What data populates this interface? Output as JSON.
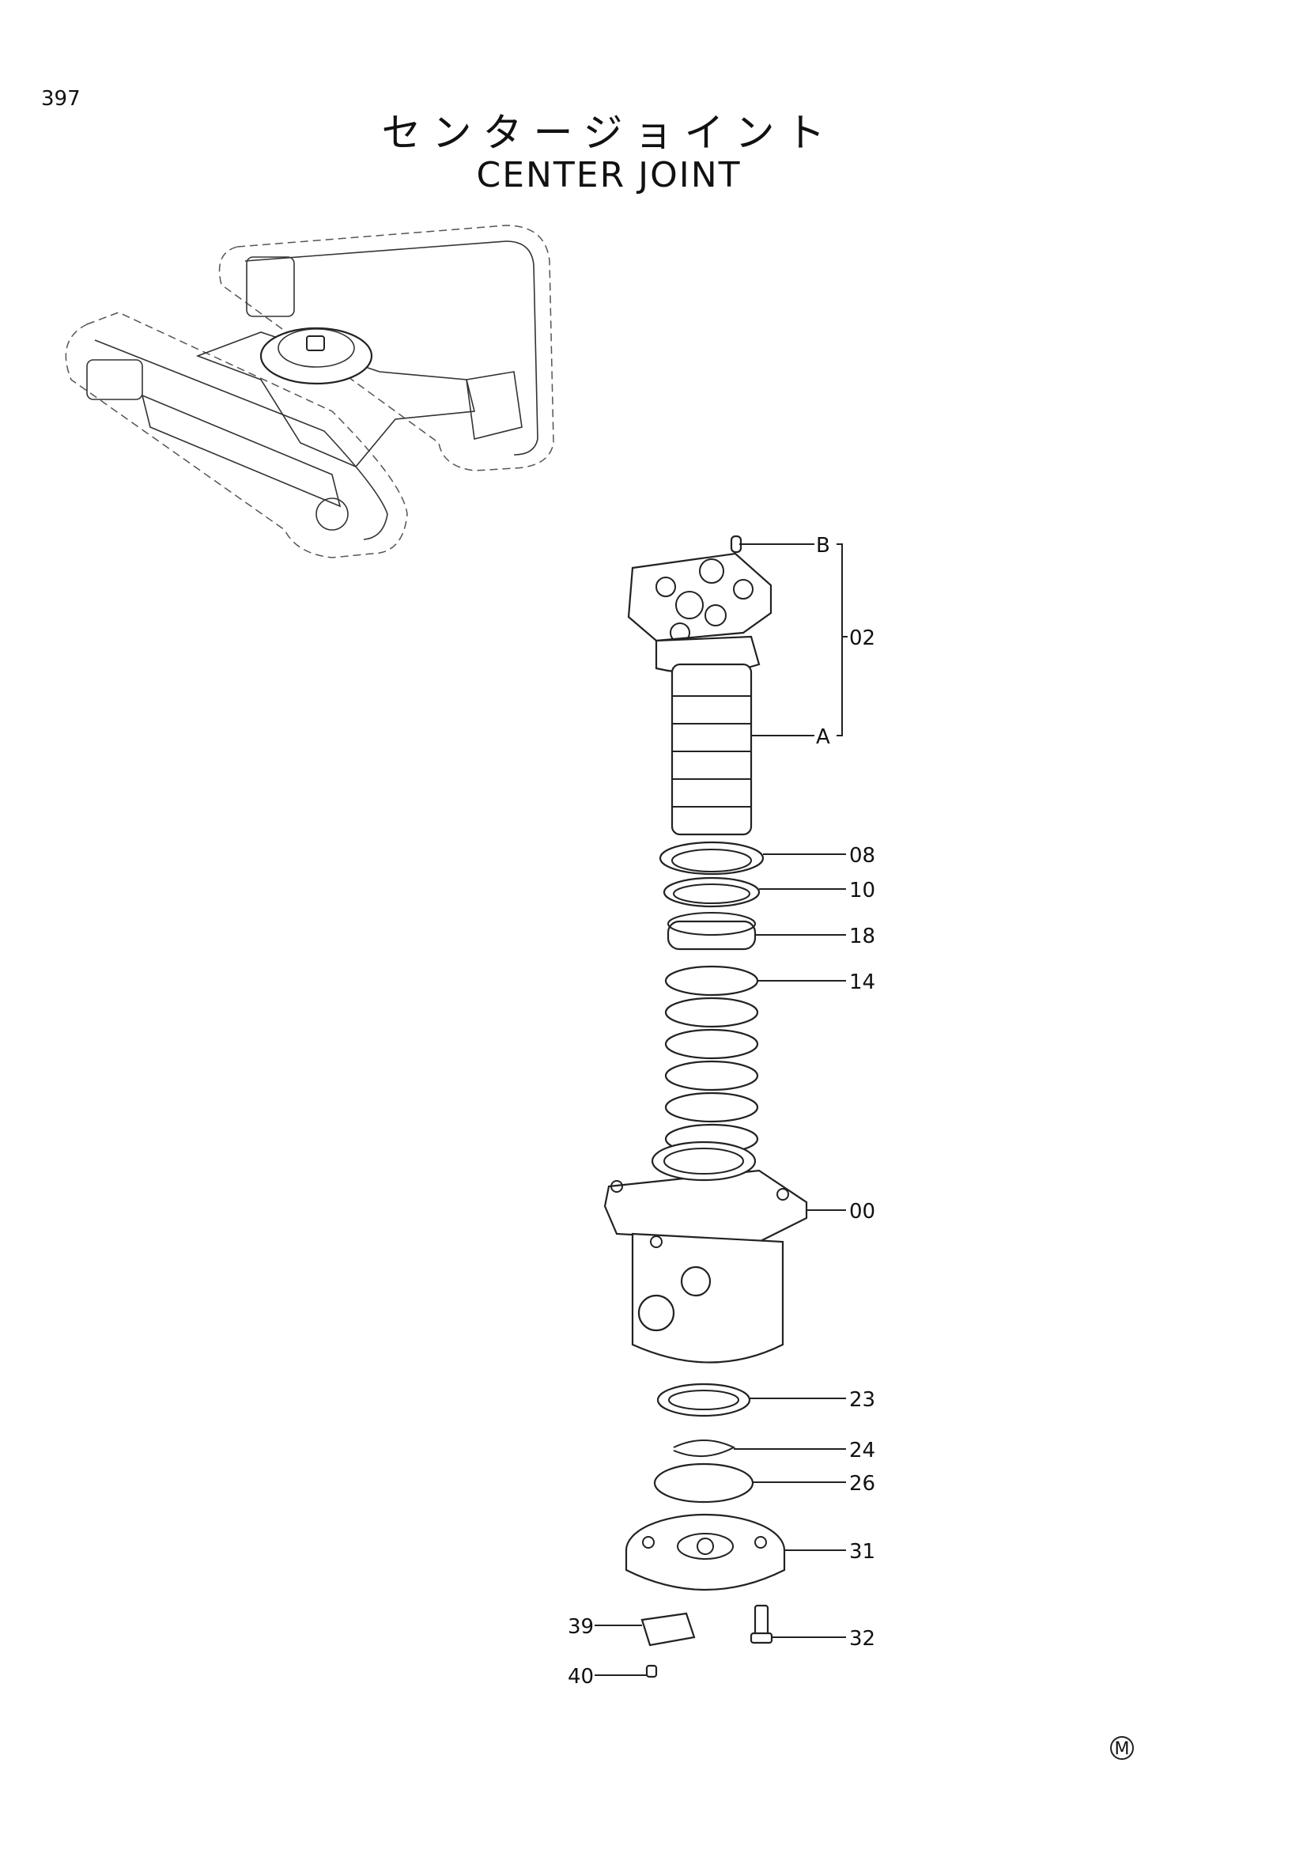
{
  "page_number": "397",
  "title_jp": "センタージョイント",
  "title_en": "CENTER JOINT",
  "callouts": {
    "B": "B",
    "A": "A",
    "p02": "02",
    "p08": "08",
    "p10": "10",
    "p18": "18",
    "p14": "14",
    "p00": "00",
    "p23": "23",
    "p24": "24",
    "p26": "26",
    "p31": "31",
    "p32": "32",
    "p39": "39",
    "p40": "40"
  },
  "mark": "M"
}
